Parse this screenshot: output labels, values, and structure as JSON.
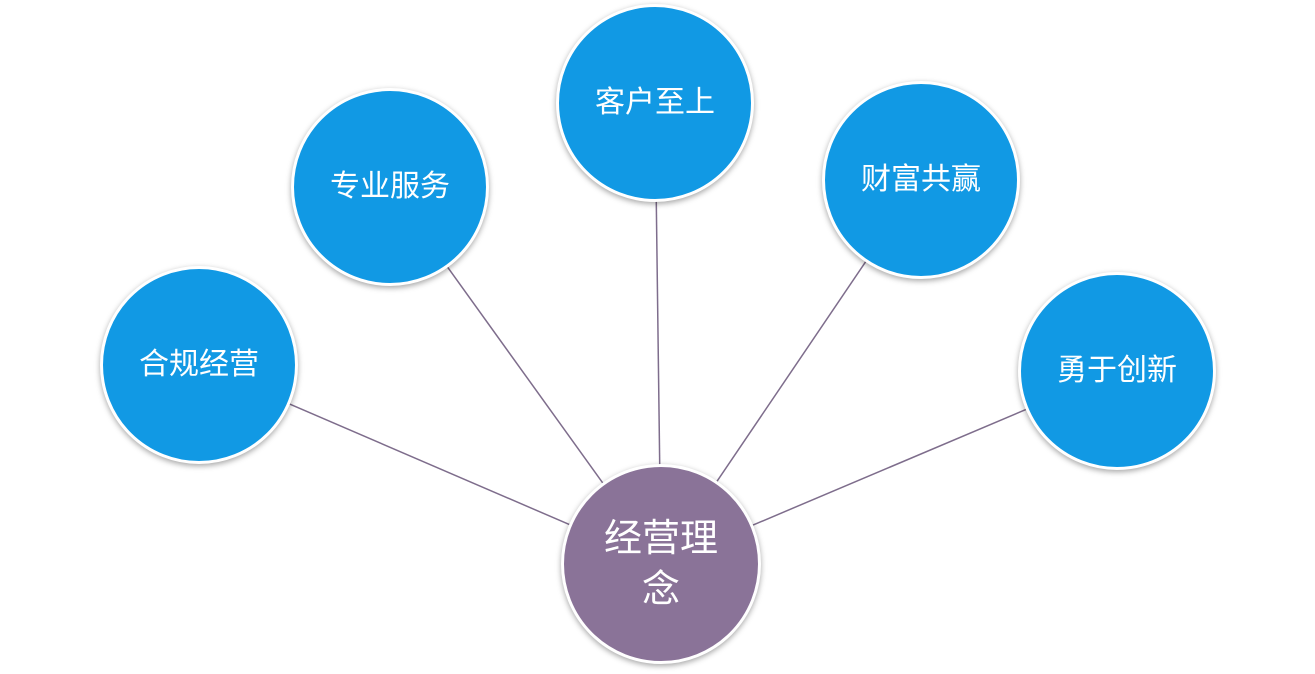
{
  "colors": {
    "outer_fill": "#1199e4",
    "center_fill": "#8a7398",
    "connector": "#7e6d8c"
  },
  "center": {
    "label": "经营理念"
  },
  "nodes": [
    {
      "label": "合规经营"
    },
    {
      "label": "专业服务"
    },
    {
      "label": "客户至上"
    },
    {
      "label": "财富共赢"
    },
    {
      "label": "勇于创新"
    }
  ]
}
